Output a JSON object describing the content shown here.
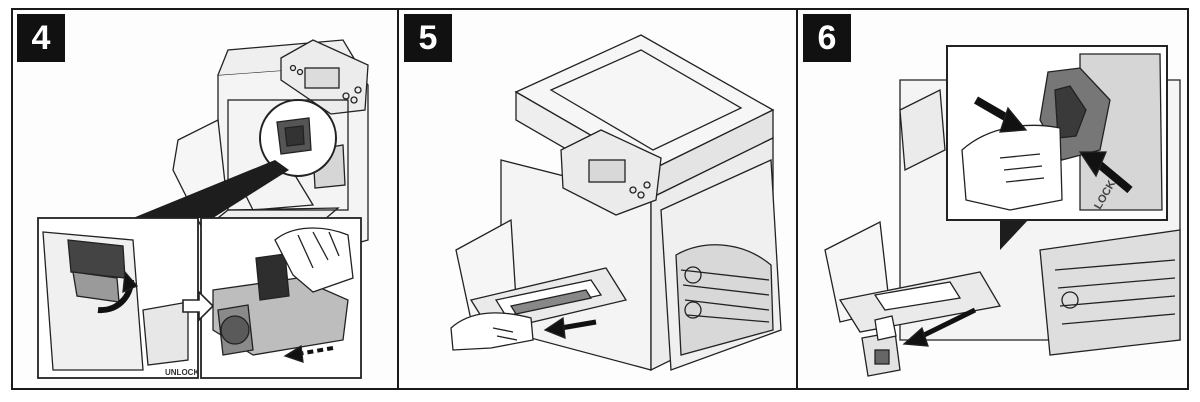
{
  "steps": [
    {
      "number": "4"
    },
    {
      "number": "5"
    },
    {
      "number": "6"
    }
  ],
  "labels": {
    "unlock": "UNLOCK",
    "lock": "LOCK"
  },
  "colors": {
    "frame": "#1a1a1a",
    "badge": "#111111",
    "line": "#222222",
    "shade": "#bdbdbd",
    "dark_shade": "#5a5a5a",
    "paper": "#fdfdfd"
  }
}
